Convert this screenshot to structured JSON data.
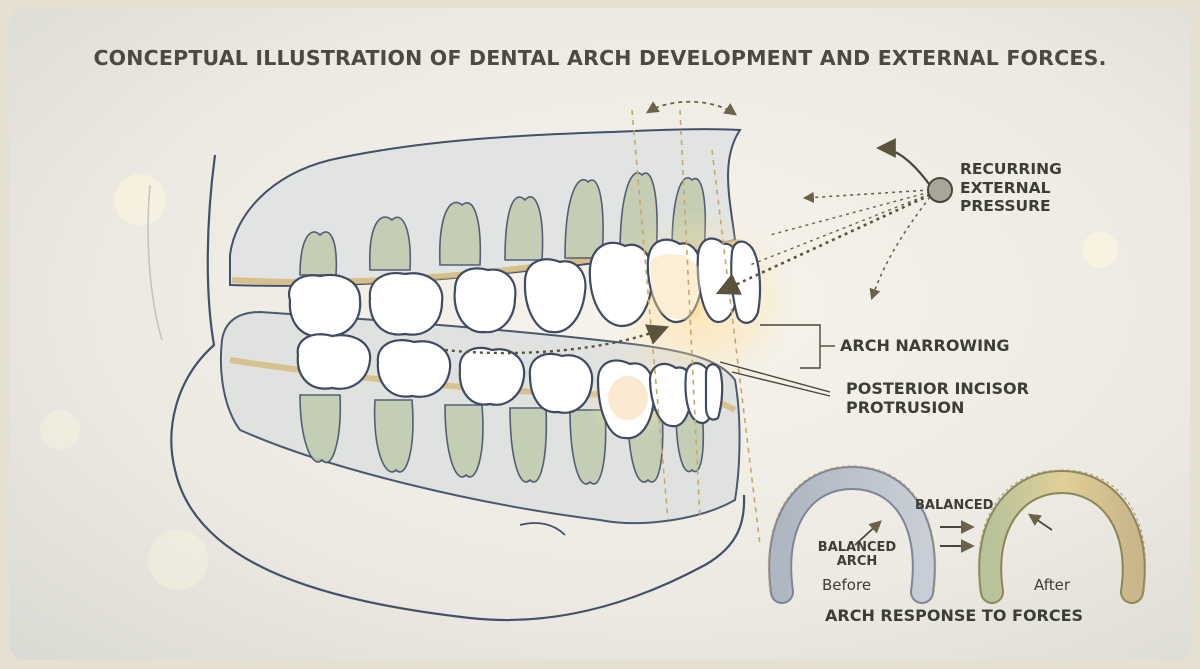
{
  "title": "CONCEPTUAL ILLUSTRATION OF DENTAL ARCH DEVELOPMENT AND EXTERNAL FORCES.",
  "labels": {
    "pressure": "RECURRING\nEXTERNAL\nPRESSURE",
    "arch_narrowing": "ARCH NARROWING",
    "incisor_protrusion": "POSTERIOR INCISOR\nPROTRUSION"
  },
  "inset": {
    "balanced": "BALANCED",
    "balanced_arch": "BALANCED\nARCH",
    "before": "Before",
    "after": "After",
    "caption": "ARCH RESPONSE TO FORCES"
  },
  "colors": {
    "outline": "#3f4a63",
    "gum_gold": "#d6b676",
    "root_green": "#b8c4a4",
    "accent_brown": "#6d6249",
    "highlight": "#f0c07a"
  }
}
